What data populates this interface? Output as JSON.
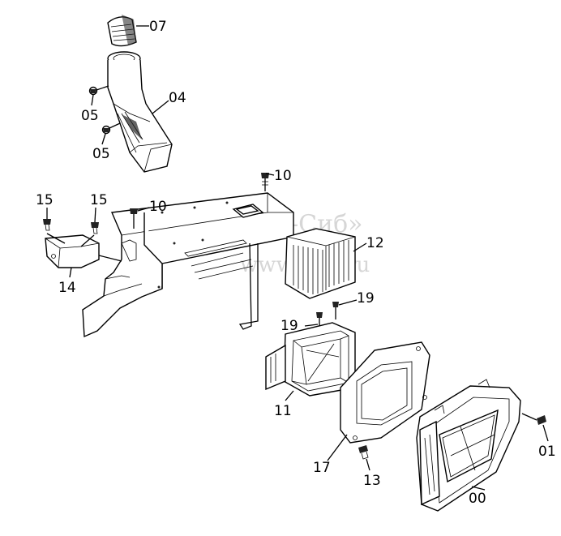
{
  "callouts": [
    "07",
    "04",
    "05",
    "05",
    "10",
    "15",
    "15",
    "10",
    "12",
    "14",
    "19",
    "19",
    "11",
    "17",
    "13",
    "01",
    "00"
  ],
  "watermark": {
    "line1": "ТПК «Техно-Сиб»",
    "line2": "www.tpts.ru"
  }
}
